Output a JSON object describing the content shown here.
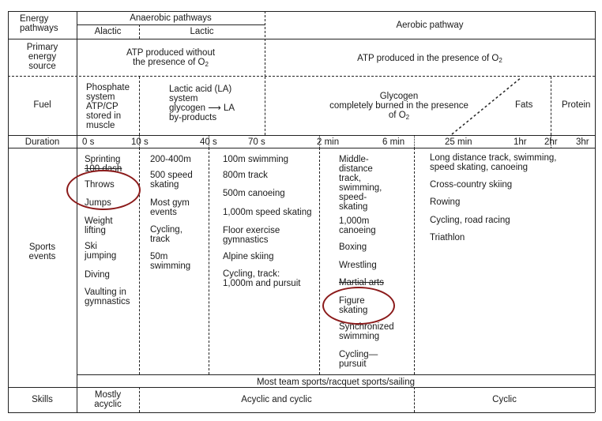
{
  "header": {
    "energy_pathways_label": [
      "Energy",
      "pathways"
    ],
    "anaerobic": "Anaerobic pathways",
    "alactic": "Alactic",
    "lactic": "Lactic",
    "aerobic": "Aerobic pathway"
  },
  "primary_source": {
    "label": [
      "Primary",
      "energy",
      "source"
    ],
    "anaerobic_text": [
      "ATP produced without",
      "the presence of O"
    ],
    "aerobic_text": "ATP produced in the presence of O",
    "o2_sub": "2"
  },
  "fuel": {
    "label": "Fuel",
    "phosphate": [
      "Phosphate",
      "system",
      "ATP/CP",
      "stored in",
      "muscle"
    ],
    "lactic": [
      "Lactic acid (LA)",
      "system",
      "glycogen",
      "LA",
      "by-products"
    ],
    "glycogen": [
      "Glycogen",
      "completely burned in the presence",
      "of O"
    ],
    "fats": "Fats",
    "protein": "Protein"
  },
  "duration": {
    "label": "Duration",
    "ticks": [
      "0 s",
      "10 s",
      "40 s",
      "70 s",
      "2 min",
      "6 min",
      "25 min",
      "1hr",
      "2hr",
      "3hr"
    ]
  },
  "sports": {
    "label": [
      "Sports",
      "events"
    ],
    "col1": [
      "Sprinting",
      "100 dash",
      "Throws",
      "Jumps",
      "Weight",
      "lifting",
      "Ski",
      "jumping",
      "Diving",
      "Vaulting in",
      "gymnastics"
    ],
    "col2": [
      "200-400m",
      "500 speed",
      "skating",
      "Most gym",
      "events",
      "Cycling,",
      "track",
      "50m",
      "swimming"
    ],
    "col3": [
      "100m swimming",
      "800m track",
      "500m canoeing",
      "1,000m speed skating",
      "Floor exercise",
      "gymnastics",
      "Alpine skiing",
      "Cycling, track:",
      "1,000m and pursuit"
    ],
    "col4": [
      "Middle-",
      "distance",
      "track,",
      "swimming,",
      "speed-",
      "skating",
      "1,000m",
      "canoeing",
      "Boxing",
      "Wrestling",
      "Martial arts",
      "Figure",
      "skating",
      "Synchronized",
      "swimming",
      "Cycling—",
      "pursuit"
    ],
    "col5": [
      "Long distance track, swimming,",
      "speed skating, canoeing",
      "Cross-country skiing",
      "Rowing",
      "Cycling, road racing",
      "Triathlon"
    ],
    "team": "Most team sports/racquet sports/sailing"
  },
  "skills": {
    "label": "Skills",
    "mostly": [
      "Mostly",
      "acyclic"
    ],
    "acyclic_cyclic": "Acyclic and cyclic",
    "cyclic": "Cyclic"
  },
  "colors": {
    "lines": "#222222",
    "highlight_circle": "#8b1a1a"
  }
}
